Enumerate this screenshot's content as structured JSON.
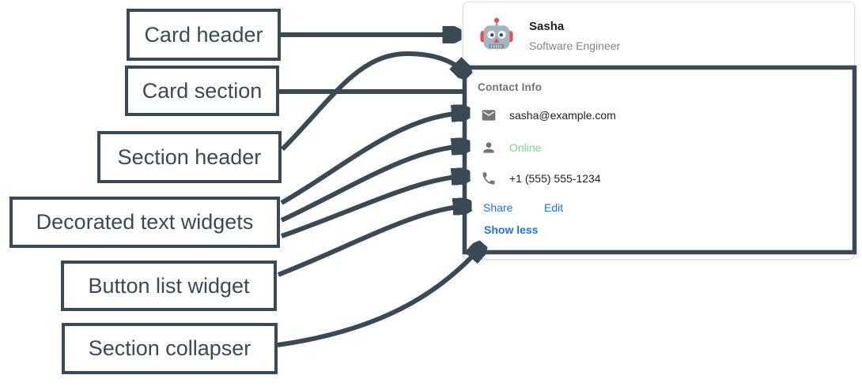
{
  "labels": [
    {
      "id": "card-header",
      "text": "Card header"
    },
    {
      "id": "card-section",
      "text": "Card section"
    },
    {
      "id": "section-header",
      "text": "Section header"
    },
    {
      "id": "decorated-text-widgets",
      "text": "Decorated text widgets"
    },
    {
      "id": "button-list-widget",
      "text": "Button list widget"
    },
    {
      "id": "section-collapser",
      "text": "Section collapser"
    }
  ],
  "card": {
    "header": {
      "title": "Sasha",
      "subtitle": "Software Engineer",
      "avatar_icon": "robot-avatar"
    },
    "section": {
      "header": "Contact Info",
      "rows": [
        {
          "icon": "email-icon",
          "text": "sasha@example.com",
          "color": "#202124"
        },
        {
          "icon": "person-icon",
          "text": "Online",
          "color": "#7bd389"
        },
        {
          "icon": "phone-icon",
          "text": "+1 (555) 555-1234",
          "color": "#202124"
        }
      ],
      "buttons": [
        {
          "label": "Share"
        },
        {
          "label": "Edit"
        }
      ],
      "collapser": "Show less"
    }
  },
  "colors": {
    "annotation": "#3a4a55",
    "link_blue": "#1a73e8",
    "online_green": "#7bd389",
    "muted_gray": "#80868b",
    "card_border": "#dadce0"
  }
}
